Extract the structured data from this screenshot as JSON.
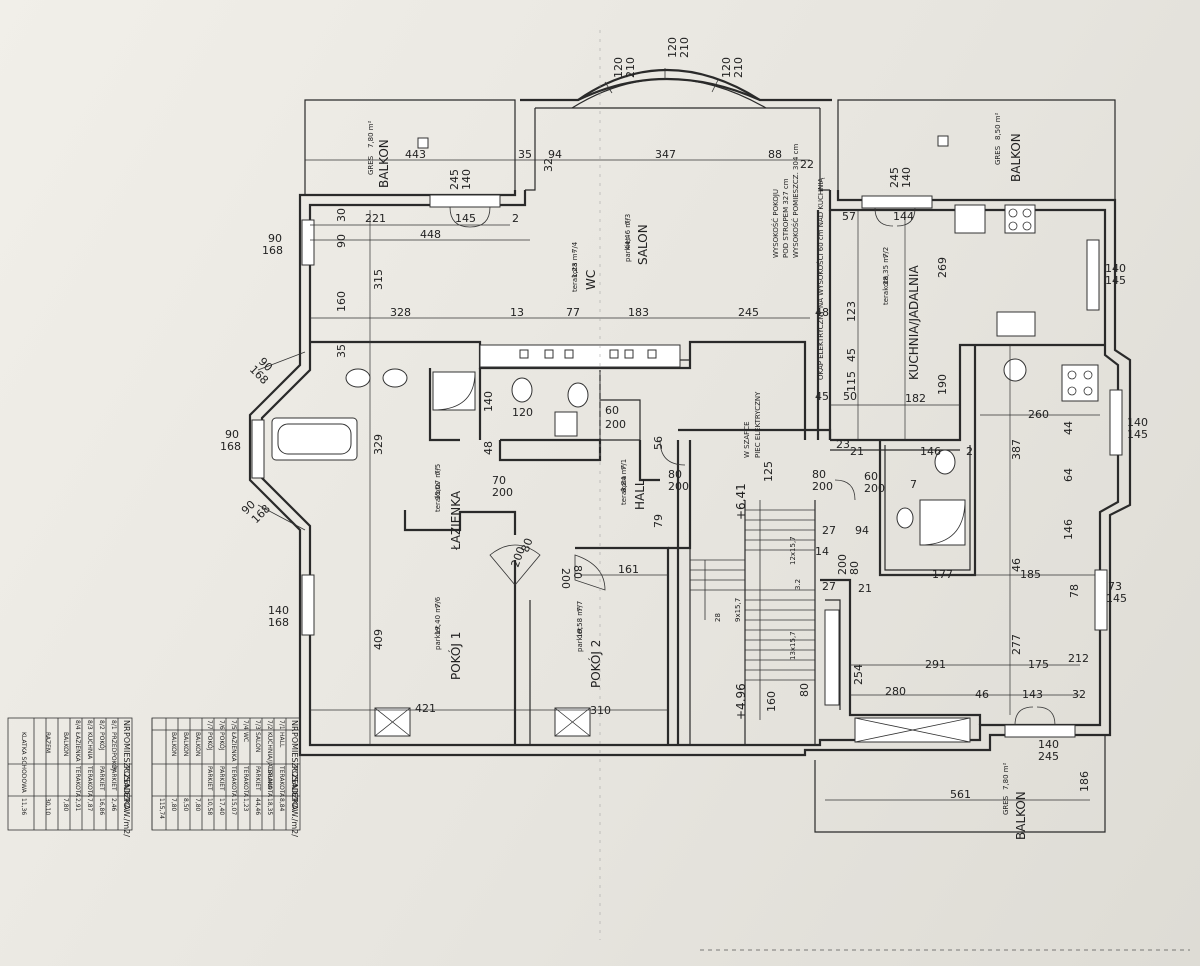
{
  "window_arch_dims": [
    "120",
    "210",
    "120",
    "210",
    "120",
    "210"
  ],
  "balcony_left": {
    "label": "BALKON",
    "area": "7,80 m²",
    "finish": "GRES"
  },
  "balcony_right": {
    "label": "BALKON",
    "area": "8,50 m²",
    "finish": "GRES"
  },
  "balcony_bottom": {
    "label": "BALKON",
    "area": "7,80 m²",
    "finish": "GRES",
    "width": "561",
    "depth": "186"
  },
  "rooms": {
    "salon": {
      "num": "7/3",
      "area": "44,46 m²",
      "name": "SALON",
      "floor": "parkiet",
      "note_1": "WYSOKOŚĆ POKOJU",
      "note_2": "POD STROPEM 327 cm",
      "note_3": "WYSOKOŚĆ POMIESZCZ. 304 cm"
    },
    "wc": {
      "num": "7/4",
      "area": "1,23 m²",
      "name": "WC",
      "floor": "terakota"
    },
    "kuchnia": {
      "num": "7/2",
      "area": "18,35 m²",
      "name": "KUCHNIA/JADALNIA",
      "floor": "terakota",
      "note": "OKAP ELEKTRYCZNY NA WYSOKOŚCI 60 cm NAD KUCHNIĄ"
    },
    "lazienka": {
      "num": "7/5",
      "area": "15,07 m²",
      "name": "ŁAZIENKA",
      "floor": "terakota"
    },
    "hall": {
      "num": "7/1",
      "area": "8,84 m²",
      "name": "HALL",
      "floor": "terakota"
    },
    "pokoj1": {
      "num": "7/6",
      "area": "17,40 m²",
      "name": "POKÓJ 1",
      "floor": "parkiet"
    },
    "pokoj2": {
      "num": "7/7",
      "area": "10,58 m²",
      "name": "POKÓJ 2",
      "floor": "parkiet"
    },
    "piec": {
      "text_1": "PIEC ELEKTRYCZNY",
      "text_2": "W SZAFCE"
    }
  },
  "levels": {
    "upper": "+6.41",
    "lower": "+4.96"
  },
  "stairs": {
    "flight_1": "12x15,7",
    "flight_2": "13x15,7",
    "run_1": "3.2",
    "run_2": "9x15,7",
    "landing": "28"
  },
  "dimensions": {
    "top_443": "443",
    "top_35": "35",
    "top_94": "94",
    "top_347": "347",
    "top_88": "88",
    "top_22": "22",
    "top_32": "32",
    "win_140a": "140",
    "win_245a": "245",
    "win_140b": "140",
    "win_245b": "245",
    "r_221": "221",
    "r_145": "145",
    "r_2": "2",
    "r_448": "448",
    "r_30": "30",
    "r_90": "90",
    "r_315": "315",
    "r_160": "160",
    "r_35b": "35",
    "mid_328": "328",
    "mid_13": "13",
    "mid_77": "77",
    "mid_183": "183",
    "mid_245": "245",
    "mid_48": "48",
    "k_57": "57",
    "k_144": "144",
    "k_269": "269",
    "k_123": "123",
    "k_45": "45",
    "k_115": "115",
    "k_182": "182",
    "k_190": "190",
    "k_45b": "45",
    "k_50": "50",
    "b_140": "140",
    "b_120": "120",
    "b_60": "60",
    "b_200": "200",
    "b_48": "48",
    "b_56": "56",
    "b_329": "329",
    "b_70": "70",
    "b_200b": "200",
    "h_80": "80",
    "h_200": "200",
    "h_79": "79",
    "h_125": "125",
    "h_146": "146",
    "h_2": "2",
    "h_21": "21",
    "h_23": "23",
    "h_80b": "80",
    "h_200b": "200",
    "h_60": "60",
    "h_200c": "200",
    "h_7": "7",
    "h_27": "27",
    "h_94": "94",
    "h_14": "14",
    "h_177": "177",
    "h_21b": "21",
    "h_27b": "27",
    "h_80c": "80",
    "h_200d": "200",
    "e_260": "260",
    "e_44": "44",
    "e_387": "387",
    "e_64": "64",
    "e_146": "146",
    "e_46": "46",
    "e_185": "185",
    "e_78": "78",
    "e_277": "277",
    "e_291": "291",
    "e_175": "175",
    "e_212": "212",
    "e_254": "254",
    "e_280": "280",
    "e_46b": "46",
    "e_143": "143",
    "e_32": "32",
    "p_161": "161",
    "p_80": "80",
    "p_200": "200",
    "p_409": "409",
    "p_421": "421",
    "p_310": "310",
    "p_80b": "80",
    "p_200b": "200",
    "s_160": "160",
    "s_80": "80",
    "w_90a": "90",
    "w_168a": "168",
    "w_90b": "90",
    "w_168b": "168",
    "w_90c": "90",
    "w_168c": "168",
    "w_90d": "90",
    "w_168d": "168",
    "w_140": "140",
    "w_168e": "168",
    "w_140r": "140",
    "w_145r": "145",
    "w_140r2": "140",
    "w_145r2": "145",
    "w_73": "73",
    "w_145r3": "145",
    "w_140r4": "140",
    "w_245r": "245"
  },
  "table_1": {
    "headers": [
      "NR",
      "POMIESZCZENIE",
      "POSADZKA",
      "POW./m2/"
    ],
    "rows": [
      [
        "7/1",
        "HALL",
        "TERAKOTA",
        "8,84"
      ],
      [
        "7/2",
        "KUCHNIA/JADALNIA",
        "TERAKOTA",
        "18,35"
      ],
      [
        "7/3",
        "SALON",
        "PARKIET",
        "44,46"
      ],
      [
        "7/4",
        "WC",
        "TERAKOTA",
        "1,23"
      ],
      [
        "7/5",
        "ŁAZIENKA",
        "TERAKOTA",
        "15,07"
      ],
      [
        "7/6",
        "POKÓJ",
        "PARKIET",
        "17,40"
      ],
      [
        "7/7",
        "POKÓJ",
        "PARKIET",
        "10,58"
      ],
      [
        "",
        "BALKON",
        "",
        "7,80"
      ],
      [
        "",
        "BALKON",
        "",
        "8,50"
      ],
      [
        "",
        "BALKON",
        "",
        "7,80"
      ]
    ],
    "total": "115,74"
  },
  "table_2": {
    "headers": [
      "NR",
      "POMIESZCZENIE",
      "POSADZKA",
      "POW./m2/"
    ],
    "rows": [
      [
        "8/1",
        "PRZEDPOKÓJ",
        "PARKIET",
        "2,46"
      ],
      [
        "8/2",
        "POKÓJ",
        "PARKIET",
        "16,86"
      ],
      [
        "8/3",
        "KUCHNIA",
        "TERAKOTA",
        "7,87"
      ],
      [
        "8/4",
        "ŁAZIENKA",
        "TERAKOTA",
        "2,91"
      ],
      [
        "",
        "BALKON",
        "",
        "7,80"
      ]
    ],
    "sum_label": "RAZEM",
    "sum_value": "30,10",
    "total_label": "KLATKA SCHODOWA",
    "total_value": "11,36"
  }
}
